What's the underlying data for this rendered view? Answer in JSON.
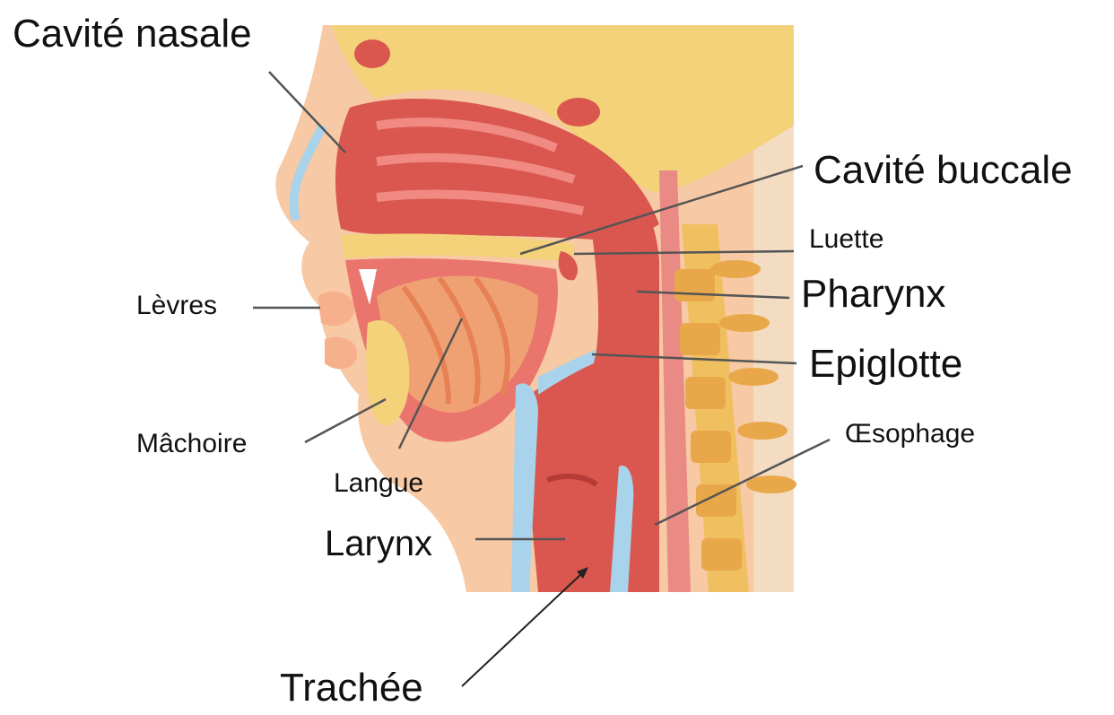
{
  "diagram": {
    "labels": {
      "cavite_nasale": "Cavité nasale",
      "cavite_buccale": "Cavité buccale",
      "luette": "Luette",
      "pharynx": "Pharynx",
      "epiglotte": "Epiglotte",
      "oesophage": "Œsophage",
      "levres": "Lèvres",
      "machoire": "Mâchoire",
      "langue": "Langue",
      "larynx": "Larynx",
      "trachee": "Trachée"
    },
    "colors": {
      "background": "#ffffff",
      "skin": "#f7c9a4",
      "muscle": "#d9574f",
      "cavity": "#e9756d",
      "bone": "#f3d27a",
      "cartilage": "#a9d3ea",
      "leader_line": "#555555"
    }
  }
}
